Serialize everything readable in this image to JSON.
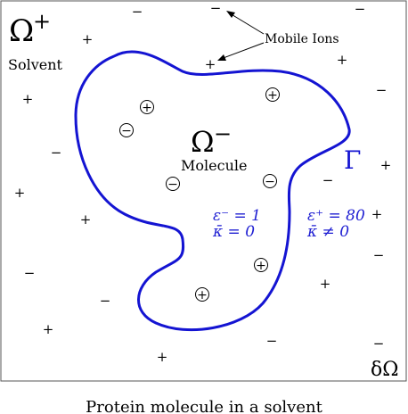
{
  "labels": {
    "omega_plus": "Ω",
    "omega_plus_sup": "+",
    "solvent": "Solvent",
    "omega_minus": "Ω",
    "omega_minus_sup": "−",
    "molecule": "Molecule",
    "gamma": "Γ",
    "delta_omega": "δΩ",
    "mobile_ions": "Mobile Ions",
    "caption": "Protein molecule in a solvent"
  },
  "parameters": {
    "inner_eps": "ε⁻ = 1",
    "inner_kappa": "κ̄ = 0",
    "outer_eps": "ε⁺ = 80",
    "outer_kappa": "κ̄ ≠ 0"
  },
  "symbols": {
    "plus": "+",
    "minus": "−"
  },
  "colors": {
    "boundary": "#1414d2",
    "parameter_text": "#1e1ed2",
    "frame": "#555555"
  }
}
